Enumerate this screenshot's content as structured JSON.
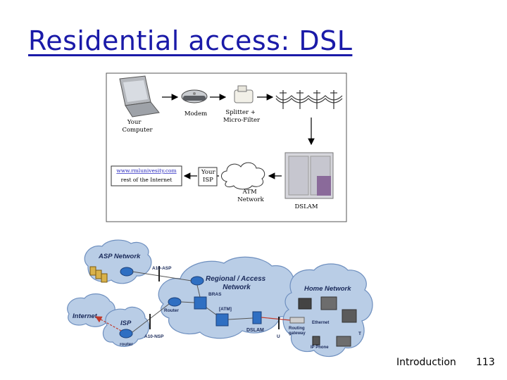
{
  "slide": {
    "title": "Residential access: DSL",
    "footer_label": "Introduction",
    "page_number": "113"
  },
  "top_diagram": {
    "your_computer": "Your\nComputer",
    "modem": "Modem",
    "splitter": "Splitter +\nMicro-Filter",
    "website": "www.rmlunivesity.com",
    "rest_of_internet": "rest of the Internet",
    "your_isp": "Your\nISP",
    "atm_network": "ATM\nNetwork",
    "dslam": "DSLAM"
  },
  "bottom_diagram": {
    "asp_network": "ASP Network",
    "a10_asp": "A10-ASP",
    "regional_access": "Regional / Access\nNetwork",
    "bras": "BRAS",
    "router": "Router",
    "atm": "[ATM]",
    "dslam": "DSLAM",
    "internet": "Internet",
    "isp": "ISP",
    "router_lower": "router",
    "a10_nsp": "A10-NSP",
    "u": "U",
    "home_network": "Home Network",
    "ethernet": "Ethernet",
    "routing_gateway": "Routing\ngateway",
    "ip_phone": "IP Phone",
    "t": "T"
  },
  "colors": {
    "title": "#1a1aa8",
    "cloud_blue": "#b9cde6",
    "cloud_stroke": "#6e8fbf",
    "router_blue": "#2f6fc2",
    "link_red": "#c0392b"
  }
}
